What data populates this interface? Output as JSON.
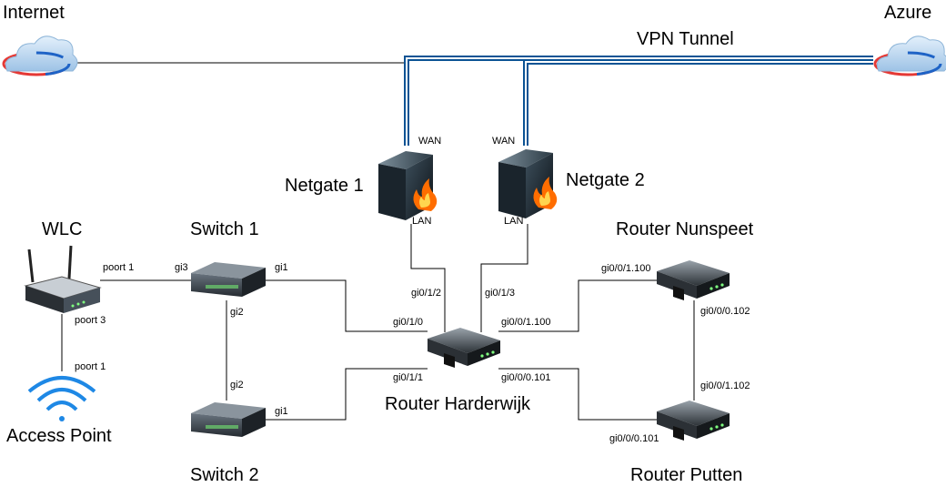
{
  "nodes": {
    "internet": "Internet",
    "azure": "Azure",
    "vpn_tunnel": "VPN Tunnel",
    "netgate1": "Netgate 1",
    "netgate2": "Netgate 2",
    "wlc": "WLC",
    "switch1": "Switch 1",
    "switch2": "Switch 2",
    "access_point": "Access Point",
    "router_harderwijk": "Router Harderwijk",
    "router_nunspeet": "Router Nunspeet",
    "router_putten": "Router Putten"
  },
  "ports": {
    "ng1_wan": "WAN",
    "ng1_lan": "LAN",
    "ng2_wan": "WAN",
    "ng2_lan": "LAN",
    "wlc_poort1": "poort 1",
    "wlc_poort3": "poort 3",
    "ap_poort1": "poort 1",
    "sw1_gi3": "gi3",
    "sw1_gi1": "gi1",
    "sw1_gi2": "gi2",
    "sw2_gi2": "gi2",
    "sw2_gi1": "gi1",
    "rh_gi012": "gi0/1/2",
    "rh_gi013": "gi0/1/3",
    "rh_gi010": "gi0/1/0",
    "rh_gi011": "gi0/1/1",
    "rh_gi001100": "gi0/0/1.100",
    "rh_gi000101": "gi0/0/0.101",
    "rn_gi001100": "gi0/0/1.100",
    "rn_gi000102": "gi0/0/0.102",
    "rp_gi001102": "gi0/0/1.102",
    "rp_gi000101": "gi0/0/0.101"
  },
  "colors": {
    "tunnel": "#0b5394",
    "line": "#000000",
    "wifi": "#1e88e5",
    "fire": "#ff6d00"
  },
  "icons": {
    "cloud": "cloud-icon",
    "firewall": "firewall-icon",
    "router": "router-icon",
    "switch": "switch-icon",
    "wlc": "wireless-controller-icon",
    "wifi": "wifi-icon"
  }
}
